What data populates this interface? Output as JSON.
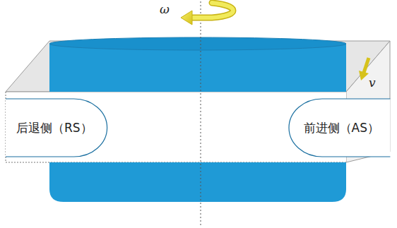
{
  "diagram": {
    "nodes": [
      {
        "text": [
          "后退侧（RS）"
        ]
      },
      {
        "text": [
          "前进侧（AS）"
        ]
      }
    ],
    "labels": [
      "ω",
      "v"
    ]
  }
}
